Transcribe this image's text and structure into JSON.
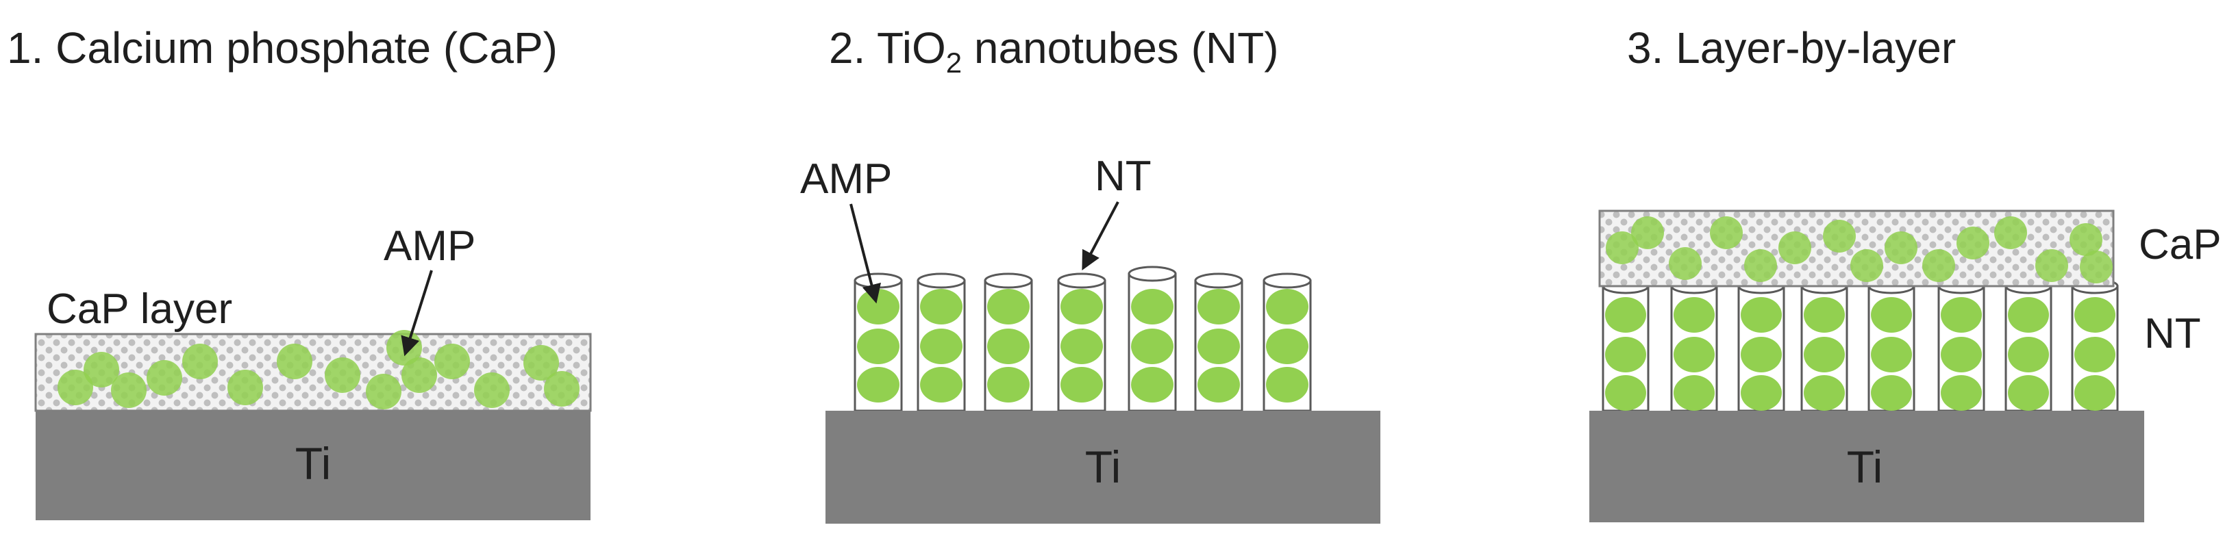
{
  "panels": [
    {
      "title": "1. Calcium phosphate (CaP)",
      "substrate_label": "Ti",
      "layer_label": "CaP layer",
      "amp_label": "AMP"
    },
    {
      "title_prefix": "2. TiO",
      "title_subscript": "2",
      "title_suffix": " nanotubes (NT)",
      "substrate_label": "Ti",
      "amp_label": "AMP",
      "nt_label": "NT"
    },
    {
      "title": "3. Layer-by-layer",
      "substrate_label": "Ti",
      "cap_label": "CaP",
      "nt_label": "NT"
    }
  ],
  "colors": {
    "substrate": "#7f7f7f",
    "amp_green": "#92d050",
    "tube_outline": "#595959",
    "cap_check_light": "#f2f2f2",
    "cap_check_dark": "#bfbfbf"
  }
}
